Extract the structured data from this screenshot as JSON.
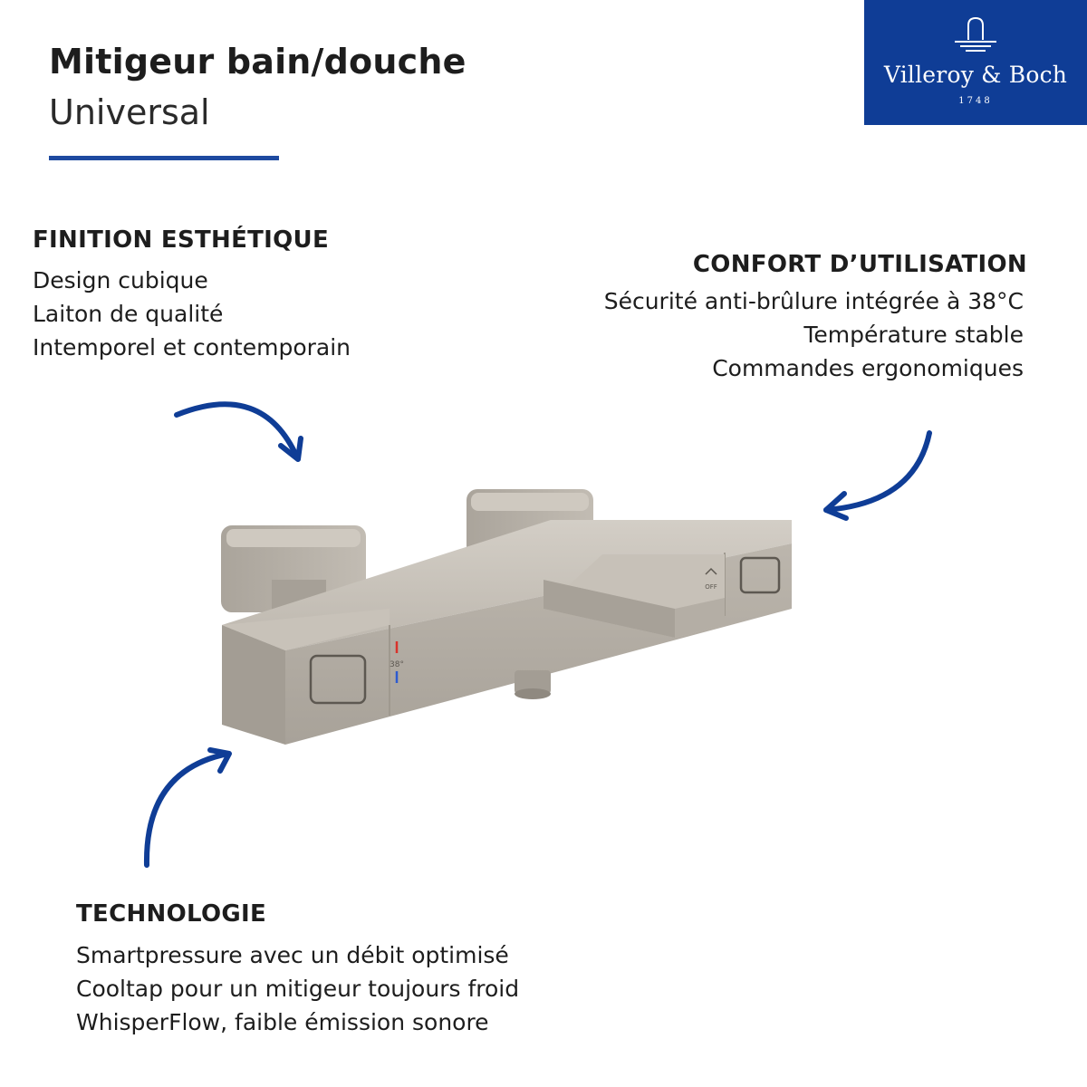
{
  "header": {
    "title": "Mitigeur bain/douche",
    "subtitle": "Universal"
  },
  "brand": {
    "name": "Villeroy & Boch",
    "year": "1748",
    "color": "#0f3d96"
  },
  "accent_color": "#1e4aa0",
  "sections": {
    "finition": {
      "heading": "FINITION ESTHÉTIQUE",
      "lines": [
        "Design cubique",
        "Laiton de qualité",
        "Intemporel et contemporain"
      ]
    },
    "confort": {
      "heading": "CONFORT D’UTILISATION",
      "lines": [
        "Sécurité anti-brûlure intégrée à 38°C",
        "Température stable",
        "Commandes ergonomiques"
      ]
    },
    "technologie": {
      "heading": "TECHNOLOGIE",
      "lines": [
        "Smartpressure avec un débit optimisé",
        "Cooltap pour un mitigeur toujours froid",
        "WhisperFlow, faible émission sonore"
      ]
    }
  },
  "product": {
    "temperature_mark": "38°",
    "off_mark": "OFF",
    "hot_color": "#d9322b",
    "cold_color": "#2d5bd0",
    "metal_color": "#b9b3aa"
  },
  "icons": [
    "arrow-icon",
    "logo-arch-icon",
    "chevron-up-icon"
  ]
}
